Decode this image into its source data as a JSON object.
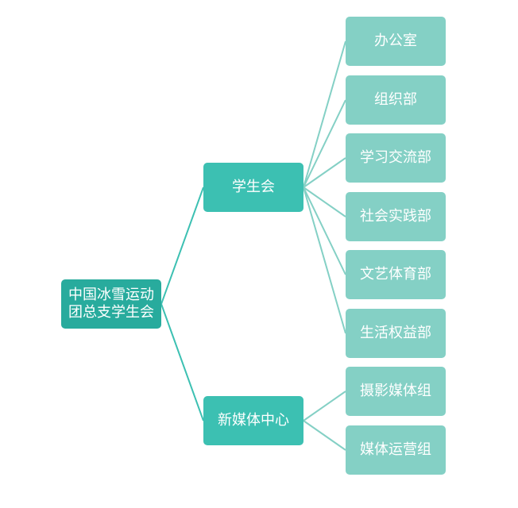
{
  "root": {
    "label": "中国冰雪运动团总支学生会"
  },
  "branches": [
    {
      "label": "学生会",
      "children": [
        "办公室",
        "组织部",
        "学习交流部",
        "社会实践部",
        "文艺体育部",
        "生活权益部"
      ]
    },
    {
      "label": "新媒体中心",
      "children": [
        "摄影媒体组",
        "媒体运营组"
      ]
    }
  ],
  "colors": {
    "root": "#28ab9d",
    "mid": "#3cc0b2",
    "leaf": "#84d0c5",
    "line_mid": "#3cc0b2",
    "line_leaf": "#84d0c5"
  }
}
